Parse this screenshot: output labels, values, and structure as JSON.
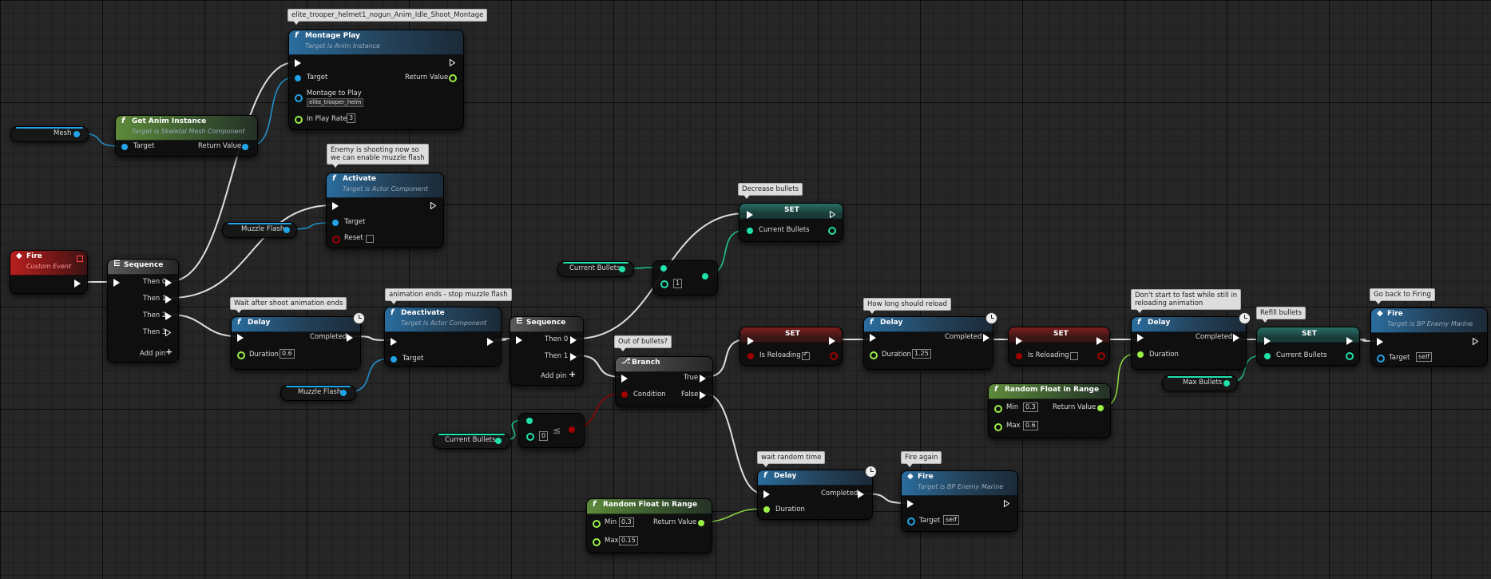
{
  "comments": {
    "montage_name": "elite_trooper_helmet1_nogun_Anim_Idle_Shoot_Montage",
    "muzzle_enable": "Enemy is shooting now so\nwe can enable muzzle flash",
    "wait_after_shoot": "Wait after shoot animation ends",
    "animation_ends": "animation ends - stop muzzle flash",
    "decrease_bullets": "Decrease bullets",
    "out_of_bullets": "Out of bullets?",
    "how_long_reload": "How long should reload",
    "dont_start": "Don't start to fast while still in\nreloading animation",
    "refill_bullets": "Refill bullets",
    "go_back_firing": "Go back to Firing",
    "wait_random": "wait random time",
    "fire_again": "Fire again"
  },
  "nodes": {
    "montage_play": {
      "title": "Montage Play",
      "subtitle": "Target is Anim Instance",
      "target": "Target",
      "return_value": "Return Value",
      "montage_to_play": "Montage to Play",
      "montage_value": "elite_trooper_helm",
      "in_play_rate": "In Play Rate",
      "play_rate_value": "3"
    },
    "get_anim_instance": {
      "title": "Get Anim Instance",
      "subtitle": "Target is Skeletal Mesh Component",
      "target": "Target",
      "return_value": "Return Value"
    },
    "mesh": {
      "label": "Mesh"
    },
    "activate": {
      "title": "Activate",
      "subtitle": "Target is Actor Component",
      "target": "Target",
      "reset": "Reset"
    },
    "muzzle_flash_1": {
      "label": "Muzzle Flash"
    },
    "fire_event": {
      "title": "Fire",
      "subtitle": "Custom Event"
    },
    "sequence_1": {
      "title": "Sequence",
      "then0": "Then 0",
      "then1": "Then 1",
      "then2": "Then 2",
      "then3": "Then 3",
      "add_pin": "Add pin"
    },
    "delay_1": {
      "title": "Delay",
      "completed": "Completed",
      "duration": "Duration",
      "duration_value": "0.6"
    },
    "deactivate": {
      "title": "Deactivate",
      "subtitle": "Target is Actor Component",
      "target": "Target"
    },
    "muzzle_flash_2": {
      "label": "Muzzle Flash"
    },
    "sequence_2": {
      "title": "Sequence",
      "then0": "Then 0",
      "then1": "Then 1",
      "add_pin": "Add pin"
    },
    "current_bullets_get_1": {
      "label": "Current Bullets"
    },
    "decrement": {
      "value": "1"
    },
    "set_bullets": {
      "title": "SET",
      "label": "Current Bullets"
    },
    "branch": {
      "title": "Branch",
      "true_label": "True",
      "false_label": "False",
      "condition": "Condition"
    },
    "current_bullets_get_2": {
      "label": "Current Bullets"
    },
    "compare": {
      "value": "0"
    },
    "set_reloading_true": {
      "title": "SET",
      "label": "Is Reloading"
    },
    "delay_2": {
      "title": "Delay",
      "completed": "Completed",
      "duration": "Duration",
      "duration_value": "1.25"
    },
    "set_reloading_false": {
      "title": "SET",
      "label": "Is Reloading"
    },
    "delay_3": {
      "title": "Delay",
      "completed": "Completed",
      "duration": "Duration"
    },
    "random_float_1": {
      "title": "Random Float in Range",
      "min": "Min",
      "min_value": "0.3",
      "max": "Max",
      "max_value": "0.6",
      "return_value": "Return Value"
    },
    "set_bullets_refill": {
      "title": "SET",
      "label": "Current Bullets"
    },
    "max_bullets": {
      "label": "Max Bullets"
    },
    "fire_call_1": {
      "title": "Fire",
      "subtitle": "Target is BP Enemy Marine",
      "target": "Target",
      "target_value": "self"
    },
    "delay_4": {
      "title": "Delay",
      "completed": "Completed",
      "duration": "Duration"
    },
    "random_float_2": {
      "title": "Random Float in Range",
      "min": "Min",
      "min_value": "0.3",
      "max": "Max",
      "max_value": "0.15",
      "return_value": "Return Value"
    },
    "fire_call_2": {
      "title": "Fire",
      "subtitle": "Target is BP Enemy Marine",
      "target": "Target",
      "target_value": "self"
    }
  },
  "colors": {
    "exec": "#ffffff",
    "object": "#21a4e8",
    "int": "#1ee2aa",
    "float": "#9bf046",
    "bool": "#a10000",
    "event_red": "#b81f1f"
  }
}
